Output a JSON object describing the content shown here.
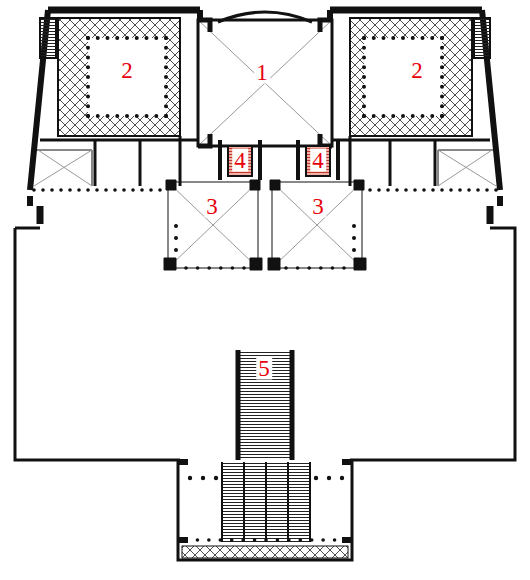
{
  "diagram": {
    "labels": [
      "2",
      "1",
      "2",
      "4",
      "4",
      "3",
      "3",
      "5"
    ]
  }
}
